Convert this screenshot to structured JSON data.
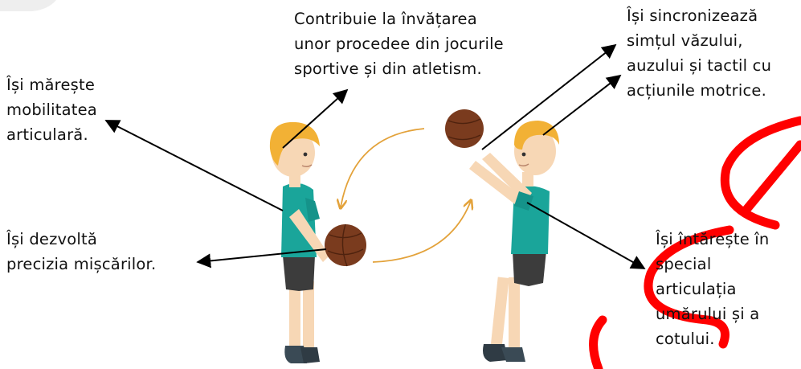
{
  "labels": {
    "mobility": [
      "Își mărește",
      "mobilitatea",
      "articulară."
    ],
    "sports": [
      "Contribuie la învățarea",
      "unor procedee din jocurile",
      "sportive și din atletism."
    ],
    "senses": [
      "Își sincronizează",
      "simțul văzului,",
      "auzului și tactil cu",
      "acțiunile motrice."
    ],
    "precision": [
      "Își dezvoltă",
      "precizia mișcărilor."
    ],
    "strength": [
      "Își întărește în",
      "special",
      "articulația",
      "umărului și a",
      "cotului."
    ]
  },
  "colors": {
    "text": "#111111",
    "arrow": "#000000",
    "ball": "#7a3b1e",
    "hair": "#f2b135",
    "shirt": "#1aa59a",
    "shorts": "#3c3c3c",
    "skin": "#f7d7b5",
    "motion_curve": "#e3a23a",
    "annotation": "#ff0000"
  },
  "figures": [
    "left-child-figure",
    "right-child-figure"
  ]
}
